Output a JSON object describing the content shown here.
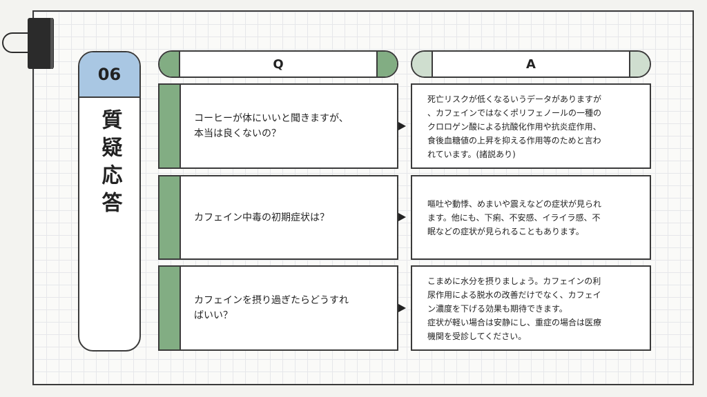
{
  "section": {
    "number": "06",
    "title": "質疑応答"
  },
  "headers": {
    "question": "Q",
    "answer": "A"
  },
  "items": [
    {
      "question": "コーヒーが体にいいと聞きますが、\n本当は良くないの？",
      "answer": "死亡リスクが低くなるいうデータがありますが\n、カフェインではなくポリフェノールの一種の\nクロロゲン酸による抗酸化作用や抗炎症作用、\n食後血糖値の上昇を抑える作用等のためと言わ\nれています。(諸説あり)"
    },
    {
      "question": "カフェイン中毒の初期症状は？",
      "answer": "嘔吐や動悸、めまいや震えなどの症状が見られ\nます。他にも、下痢、不安感、イライラ感、不\n眠などの症状が見られることもあります。"
    },
    {
      "question": "カフェインを摂り過ぎたらどうすれ\nばいい？",
      "answer": "こまめに水分を摂りましょう。カフェインの利\n尿作用による脱水の改善だけでなく、カフェイ\nン濃度を下げる効果も期待できます。\n症状が軽い場合は安静にし、重症の場合は医療\n機関を受診してください。"
    }
  ],
  "colors": {
    "number_tab": "#a9c7e3",
    "question_accent": "#82ad83",
    "answer_accent": "#cfdecf"
  }
}
